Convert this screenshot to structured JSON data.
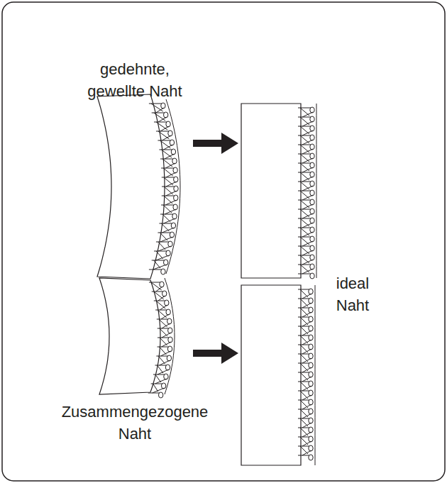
{
  "diagram": {
    "labels": [
      "gedehnte, gewellte Naht",
      "ideal Naht",
      "Zusammengezogene Naht"
    ]
  }
}
